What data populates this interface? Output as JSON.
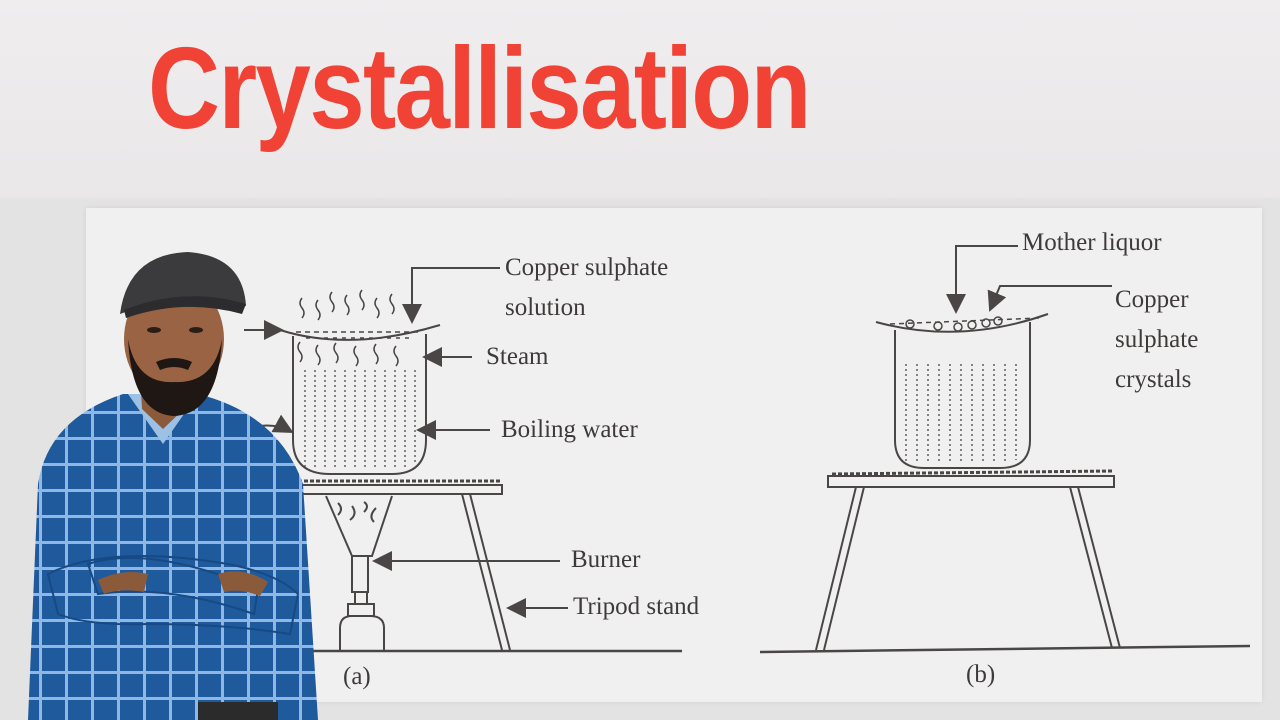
{
  "title": "Crystallisation",
  "colors": {
    "title": "#f14236",
    "background": "#eceaeb",
    "sheet": "#f1f0f0",
    "ink": "#3e3a3a",
    "shirt": "#1f5a9c",
    "cap": "#3b3b3d"
  },
  "diagram_a": {
    "caption": "(a)",
    "labels": {
      "copper_sulphate_solution_line1": "Copper sulphate",
      "copper_sulphate_solution_line2": "solution",
      "steam": "Steam",
      "boiling_water": "Boiling water",
      "burner": "Burner",
      "tripod_stand": "Tripod stand"
    }
  },
  "diagram_b": {
    "caption": "(b)",
    "labels": {
      "mother_liquor": "Mother liquor",
      "crystals_line1": "Copper",
      "crystals_line2": "sulphate",
      "crystals_line3": "crystals"
    }
  },
  "presenter": {
    "description": "man in grey cap and blue checked shirt with arms crossed"
  }
}
